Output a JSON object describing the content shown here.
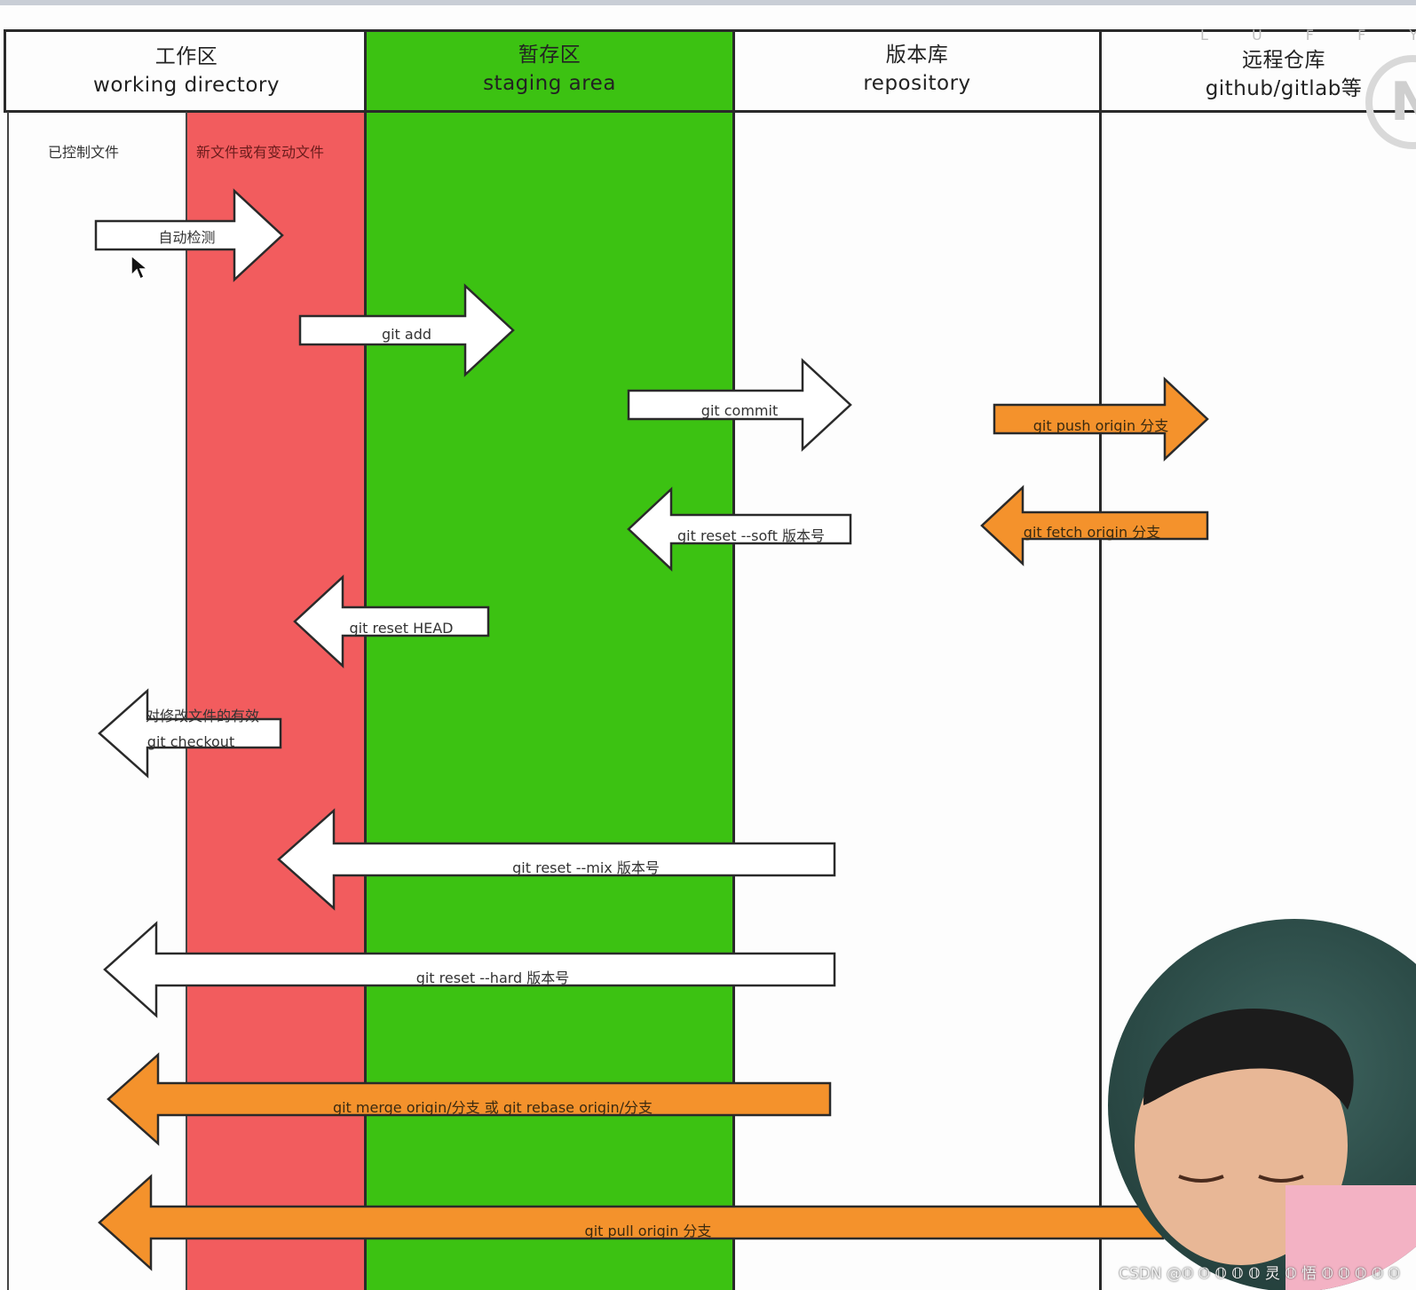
{
  "columns": [
    {
      "title_zh": "工作区",
      "title_en": "working directory"
    },
    {
      "title_zh": "暂存区",
      "title_en": "staging area"
    },
    {
      "title_zh": "版本库",
      "title_en": "repository"
    },
    {
      "title_zh": "远程仓库",
      "title_en": "github/gitlab等"
    }
  ],
  "zones": {
    "tracked_files": "已控制文件",
    "new_or_changed_files": "新文件或有变动文件"
  },
  "arrows": [
    {
      "label": "自动检测",
      "direction": "right",
      "color": "white"
    },
    {
      "label": "git add",
      "direction": "right",
      "color": "white"
    },
    {
      "label": "git commit",
      "direction": "right",
      "color": "white"
    },
    {
      "label": "git push origin 分支",
      "direction": "right",
      "color": "orange"
    },
    {
      "label": "git reset --soft 版本号",
      "direction": "left",
      "color": "white"
    },
    {
      "label": "git fetch origin  分支",
      "direction": "left",
      "color": "orange"
    },
    {
      "label": "git reset HEAD",
      "direction": "left",
      "color": "white"
    },
    {
      "label": "git checkout",
      "direction": "left",
      "color": "white"
    },
    {
      "label": "git reset --mix 版本号",
      "direction": "left",
      "color": "white"
    },
    {
      "label": "git reset --hard 版本号",
      "direction": "left",
      "color": "white"
    },
    {
      "label": "git merge origin/分支 或 git rebase origin/分支",
      "direction": "left",
      "color": "orange"
    },
    {
      "label": "git pull origin  分支",
      "direction": "left",
      "color": "orange"
    }
  ],
  "checkout_note": "对修改文件的有效",
  "watermark": "L U F F Y C I T",
  "logo_letter": "N",
  "credit": "CSDN @𝕆 𝕆 𝕆 𝕆 𝕆 灵 𝕆 悟 𝕆 𝕆 𝕆 𝕆 𝕆",
  "colors": {
    "working_changed": "#f25c5e",
    "staging": "#3cc212",
    "orange_arrow": "#f4922c",
    "white_arrow": "#ffffff",
    "line": "#2a2a2a"
  }
}
